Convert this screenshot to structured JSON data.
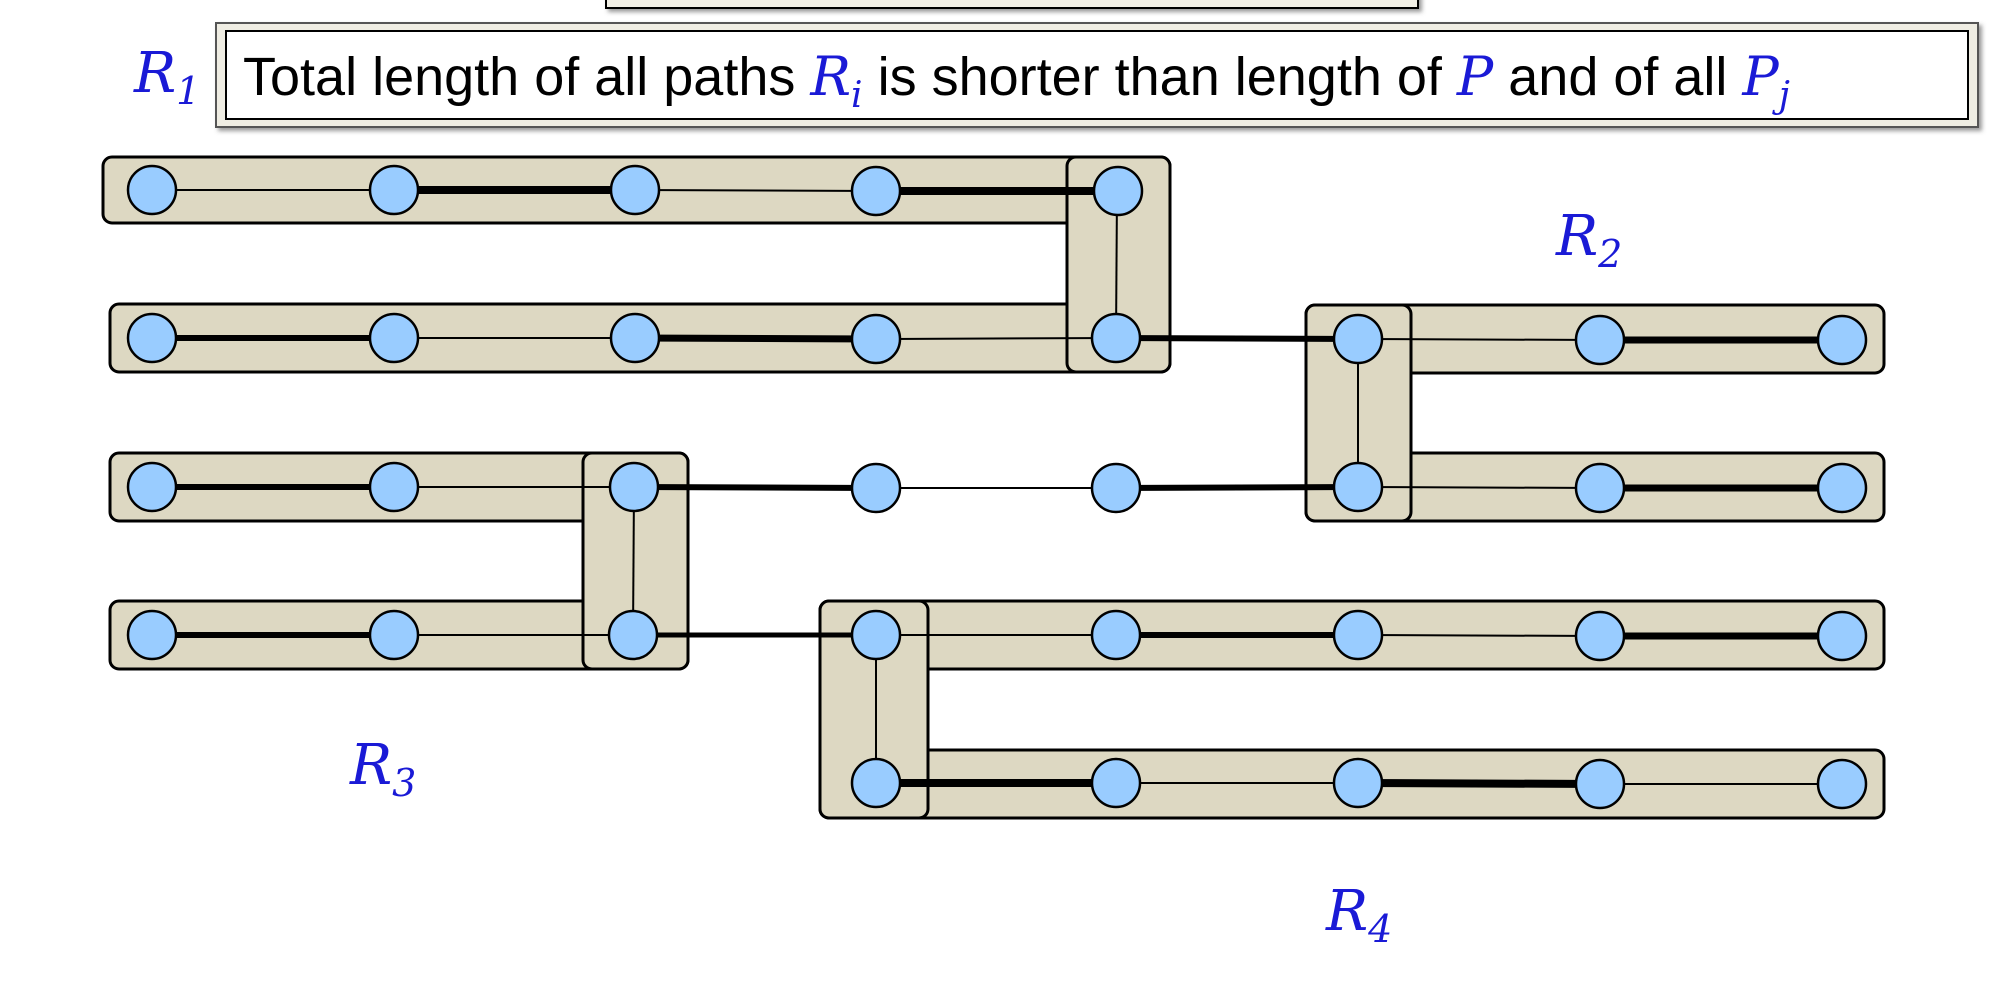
{
  "caption": {
    "prefix": "Total length of all paths ",
    "r_sym": "R",
    "r_sub": "i",
    "middle": " is shorter than length of ",
    "p_sym": "P",
    "and_text": " and of all ",
    "pj_sym": "P",
    "pj_sub": "j"
  },
  "labels": [
    {
      "sym": "R",
      "sub": "1"
    },
    {
      "sym": "R",
      "sub": "2"
    },
    {
      "sym": "R",
      "sub": "3"
    },
    {
      "sym": "R",
      "sub": "4"
    }
  ],
  "colors": {
    "node_fill": "#99ccff",
    "region_fill": "#ddd8c2",
    "label_color": "#1a1ad6",
    "edge_color": "#000000"
  }
}
